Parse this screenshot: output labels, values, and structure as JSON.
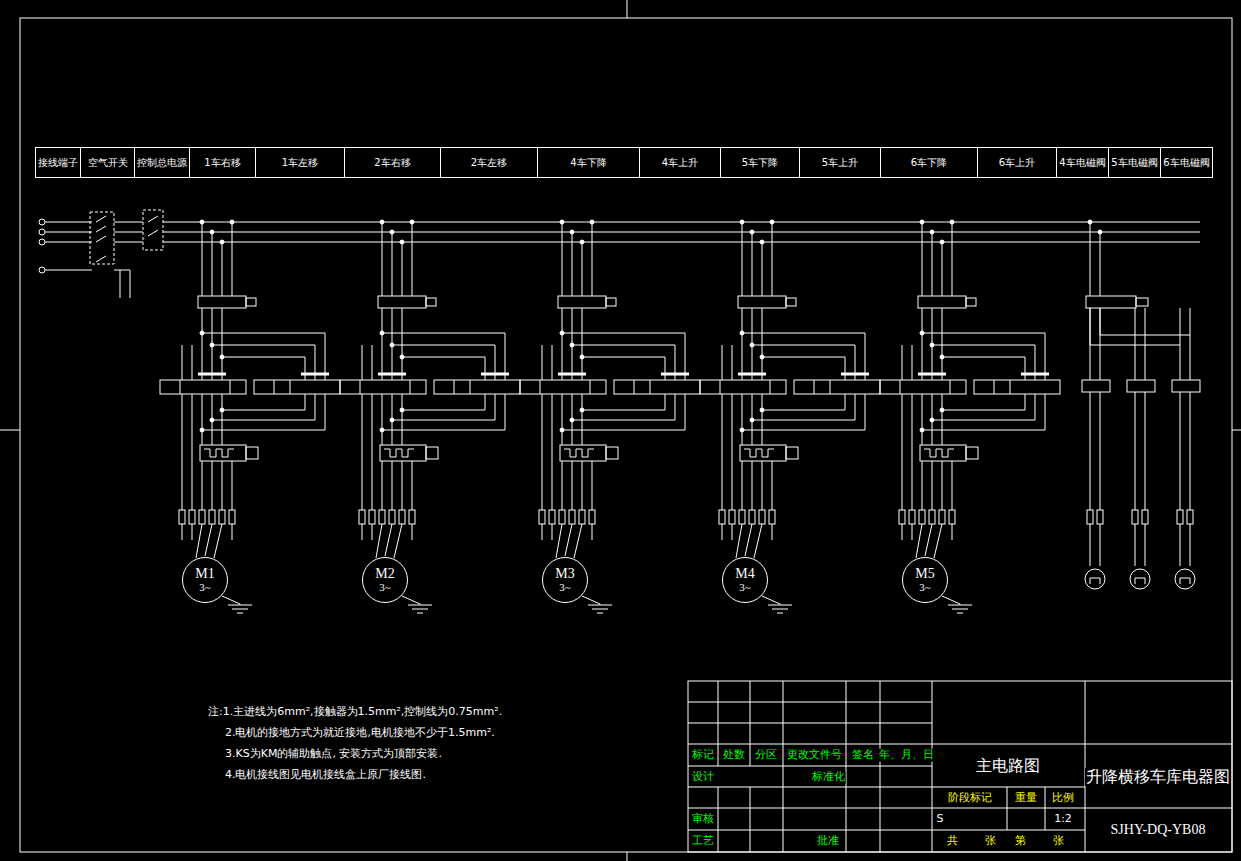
{
  "diagram": {
    "nodes": [
      {
        "text": [
          "接线端子"
        ]
      },
      {
        "text": [
          "空气开关"
        ]
      },
      {
        "text": [
          "控制总电源"
        ]
      },
      {
        "text": [
          "1车右移"
        ]
      },
      {
        "text": [
          "1车左移"
        ]
      },
      {
        "text": [
          "2车右移"
        ]
      },
      {
        "text": [
          "2车左移"
        ]
      },
      {
        "text": [
          "4车下降"
        ]
      },
      {
        "text": [
          "4车上升"
        ]
      },
      {
        "text": [
          "5车下降"
        ]
      },
      {
        "text": [
          "5车上升"
        ]
      },
      {
        "text": [
          "6车下降"
        ]
      },
      {
        "text": [
          "6车上升"
        ]
      },
      {
        "text": [
          "4车电磁阀"
        ]
      },
      {
        "text": [
          "5车电磁阀"
        ]
      },
      {
        "text": [
          "6车电磁阀"
        ]
      },
      {
        "text": [
          "M1",
          "3~"
        ]
      },
      {
        "text": [
          "M2",
          "3~"
        ]
      },
      {
        "text": [
          "M3",
          "3~"
        ]
      },
      {
        "text": [
          "M4",
          "3~"
        ]
      },
      {
        "text": [
          "M5",
          "3~"
        ]
      }
    ],
    "labels": [
      "注:1.主进线为6mm²,接触器为1.5mm²,控制线为0.75mm².",
      "2.电机的接地方式为就近接地,电机接地不少于1.5mm².",
      "3.KS为KM的辅助触点, 安装方式为顶部安装.",
      "4.电机接线图见电机接线盒上原厂接线图.",
      "标记",
      "处数",
      "分区",
      "更改文件号",
      "签名",
      "年、月、日",
      "设计",
      "标准化",
      "审核",
      "工艺",
      "批准",
      "主电路图",
      "升降横移车库电器图",
      "阶段标记",
      "重量",
      "比例",
      "S",
      "1:2",
      "共",
      "张",
      "第",
      "张",
      "SJHY-DQ-YB08"
    ]
  }
}
